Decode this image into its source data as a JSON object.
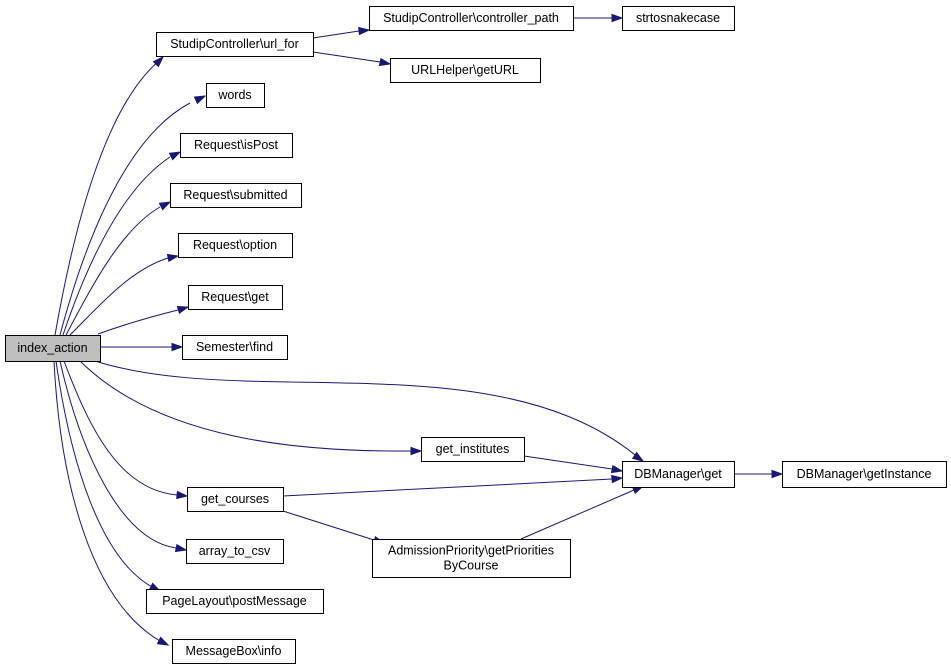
{
  "nodes": {
    "index_action": {
      "lines": [
        "index_action"
      ]
    },
    "url_for": {
      "lines": [
        "StudipController\\url_for"
      ]
    },
    "controller_path": {
      "lines": [
        "StudipController\\controller_path"
      ]
    },
    "strtosnakecase": {
      "lines": [
        "strtosnakecase"
      ]
    },
    "geturl": {
      "lines": [
        "URLHelper\\getURL"
      ]
    },
    "words": {
      "lines": [
        "words"
      ]
    },
    "ispost": {
      "lines": [
        "Request\\isPost"
      ]
    },
    "submitted": {
      "lines": [
        "Request\\submitted"
      ]
    },
    "option": {
      "lines": [
        "Request\\option"
      ]
    },
    "req_get": {
      "lines": [
        "Request\\get"
      ]
    },
    "semester_find": {
      "lines": [
        "Semester\\find"
      ]
    },
    "get_institutes": {
      "lines": [
        "get_institutes"
      ]
    },
    "dbmanager_get": {
      "lines": [
        "DBManager\\get"
      ]
    },
    "getinstance": {
      "lines": [
        "DBManager\\getInstance"
      ]
    },
    "get_courses": {
      "lines": [
        "get_courses"
      ]
    },
    "getpriorities": {
      "lines": [
        "AdmissionPriority\\getPriorities",
        "ByCourse"
      ]
    },
    "array_to_csv": {
      "lines": [
        "array_to_csv"
      ]
    },
    "postmessage": {
      "lines": [
        "PageLayout\\postMessage"
      ]
    },
    "messagebox_info": {
      "lines": [
        "MessageBox\\info"
      ]
    }
  },
  "colors": {
    "edge": "#191970",
    "root_fill": "#bfbfbf",
    "node_fill": "#ffffff",
    "node_stroke": "#000000"
  }
}
